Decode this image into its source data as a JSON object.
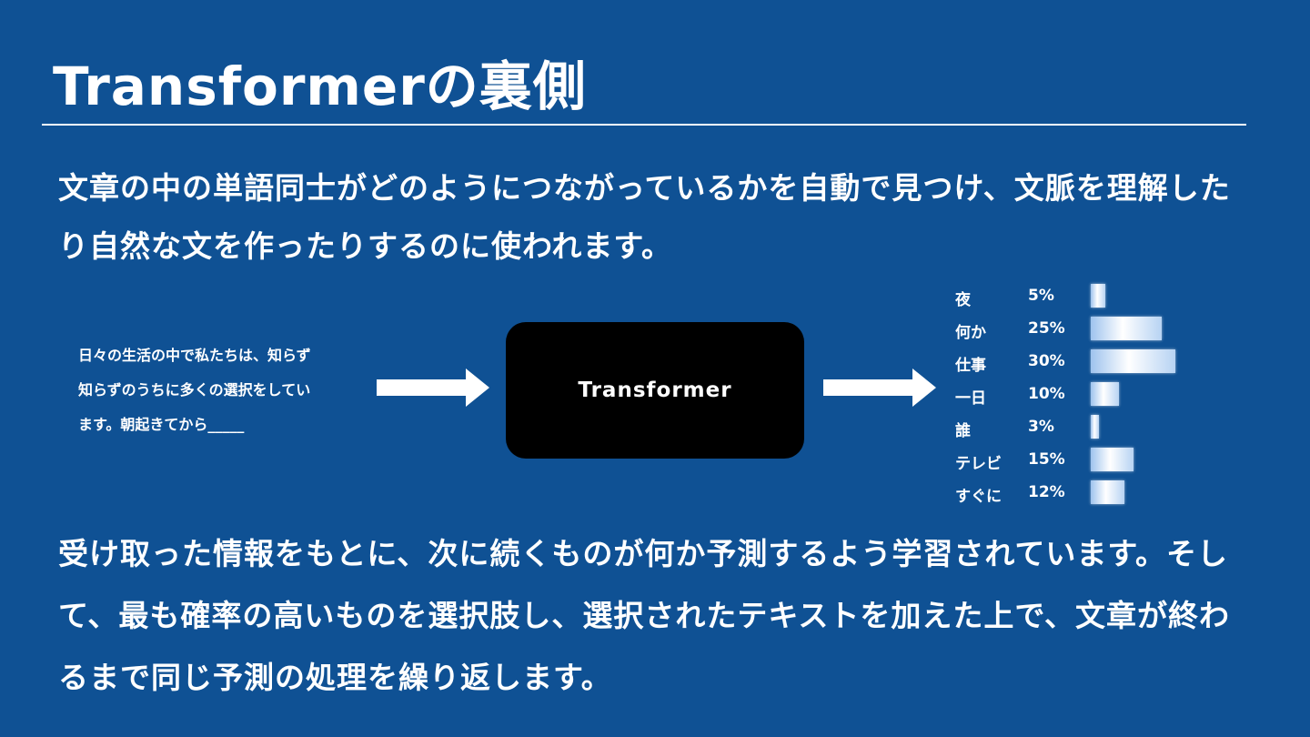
{
  "title": "Transformerの裏側",
  "intro": "文章の中の単語同士がどのようにつながっているかを自動で見つけ、文脈を理解したり自然な文を作ったりするのに使われます。",
  "diagram": {
    "input_lines": [
      "日々の生活の中で私たちは、知らず",
      "知らずのうちに多くの選択をしてい",
      "ます。朝起きてから_____"
    ],
    "model_label": "Transformer"
  },
  "chart_data": {
    "type": "bar",
    "orientation": "horizontal",
    "categories": [
      "夜",
      "何か",
      "仕事",
      "一日",
      "誰",
      "テレビ",
      "すぐに"
    ],
    "values": [
      5,
      25,
      30,
      10,
      3,
      15,
      12
    ],
    "value_labels": [
      "5%",
      "25%",
      "30%",
      "10%",
      "3%",
      "15%",
      "12%"
    ],
    "unit": "%",
    "colors": {
      "bar_center": "#ffffff",
      "bar_edge": "#9ec3ee"
    }
  },
  "explanation": "受け取った情報をもとに、次に続くものが何か予測するよう学習されています。そして、最も確率の高いものを選択肢し、選択されたテキストを加えた上で、文章が終わるまで同じ予測の処理を繰り返します。",
  "colors": {
    "background": "#0f5194",
    "text": "#ffffff",
    "model_box": "#000000"
  }
}
